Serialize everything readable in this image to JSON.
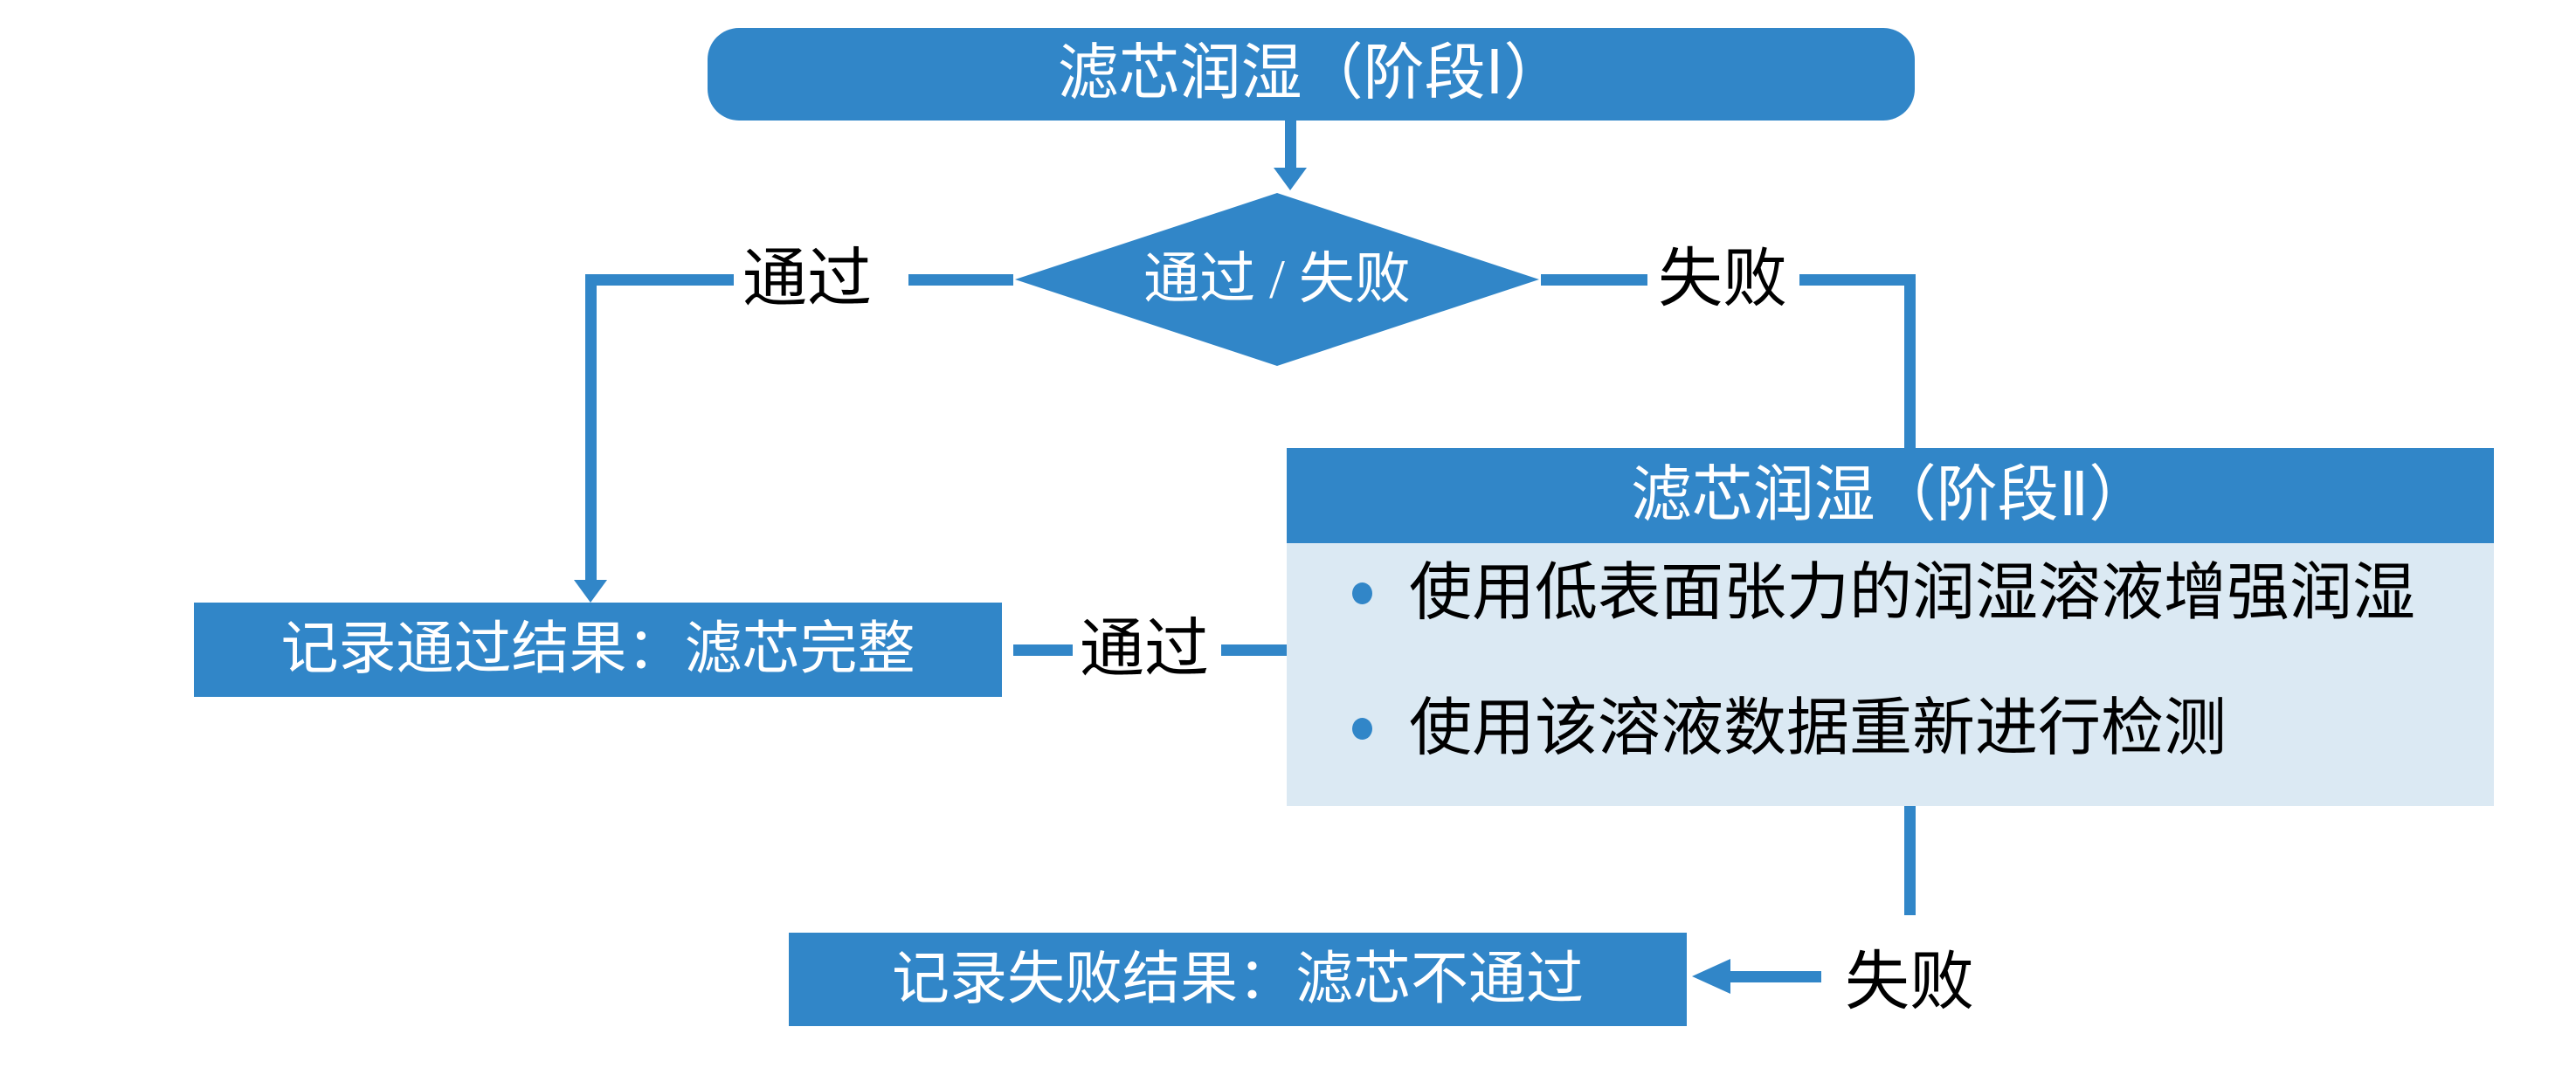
{
  "colors": {
    "accent": "#3186C8",
    "panel": "#DBE9F3",
    "box_text": "#FFFFFF",
    "label_text": "#000000",
    "bg": "#FFFFFF"
  },
  "nodes": {
    "stage1": {
      "label": "滤芯润湿（阶段Ⅰ）"
    },
    "decision": {
      "label": "通过 / 失败"
    },
    "pass_result": {
      "label": "记录通过结果：滤芯完整"
    },
    "stage2": {
      "title": "滤芯润湿（阶段Ⅱ）",
      "bullets": [
        "使用低表面张力的润湿溶液增强润湿",
        "使用该溶液数据重新进行检测"
      ]
    },
    "fail_result": {
      "label": "记录失败结果：滤芯不通过"
    }
  },
  "edge_labels": {
    "decision_pass": "通过",
    "decision_fail": "失败",
    "stage2_pass": "通过",
    "stage2_fail": "失败"
  }
}
